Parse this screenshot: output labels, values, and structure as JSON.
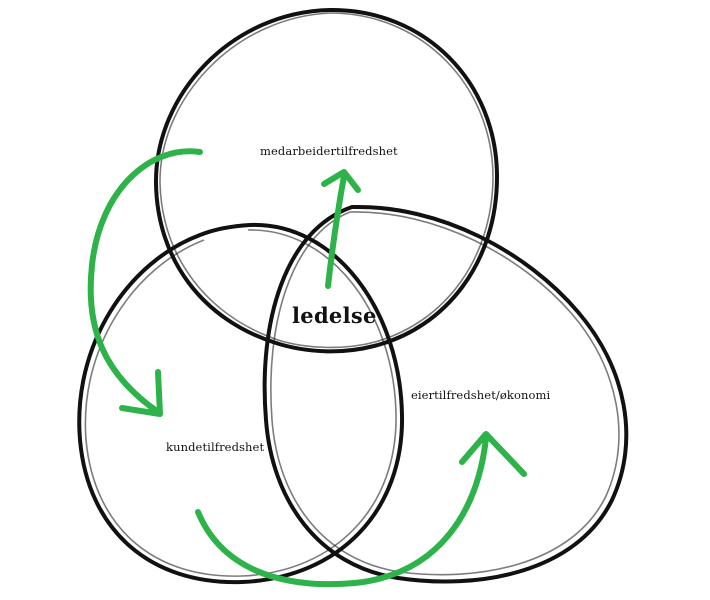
{
  "diagram": {
    "labels": {
      "top": "medarbeidertilfredshet",
      "left": "kundetilfredshet",
      "right": "eiertilfredshet/økonomi",
      "center": "ledelse"
    },
    "colors": {
      "circle_stroke": "#111111",
      "arrow": "#2db34a",
      "background": "#ffffff"
    }
  }
}
